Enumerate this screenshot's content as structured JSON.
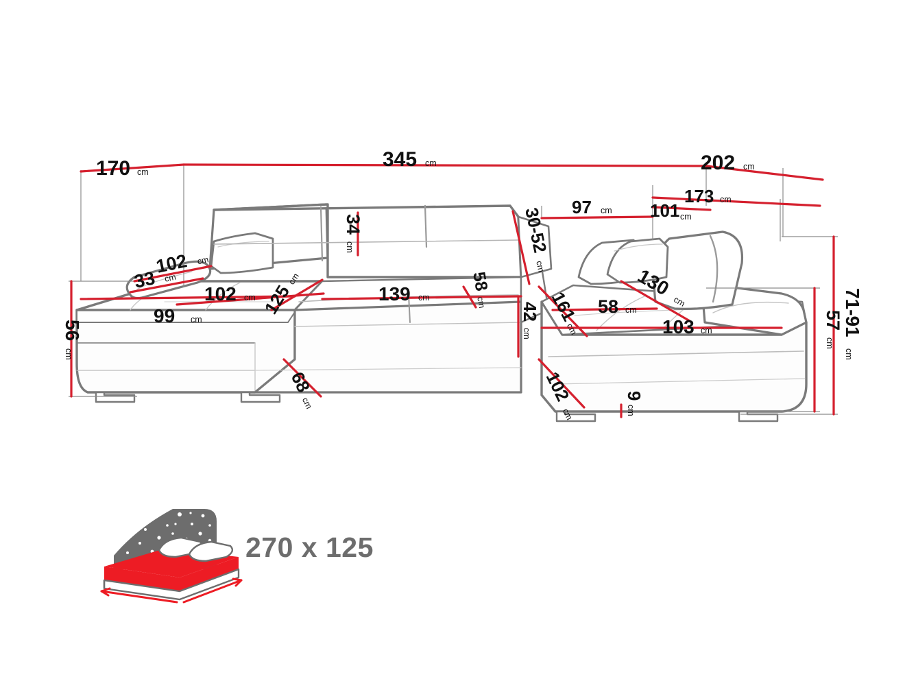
{
  "diagram": {
    "title": "Corner sofa bed dimension drawing",
    "colors": {
      "dimension_red": "#D5202E",
      "outline_gray": "#7a7a7a",
      "guide_gray": "#8c8c8c",
      "text_black": "#111111",
      "icon_gray": "#6d6d6d",
      "mattress_red": "#ED1C24"
    },
    "unit": "cm"
  },
  "dimensions": {
    "overall_depth_left": {
      "value": "170",
      "unit": "cm"
    },
    "overall_width_main": {
      "value": "345",
      "unit": "cm"
    },
    "overall_width_right": {
      "value": "202",
      "unit": "cm"
    },
    "backrest_cushion_height": {
      "value": "34",
      "unit": "cm"
    },
    "armrest_depth_diagonal": {
      "value": "102",
      "unit": "cm"
    },
    "armrest_height": {
      "value": "33",
      "unit": "cm"
    },
    "chaise_seat_length": {
      "value": "102",
      "unit": "cm"
    },
    "chaise_base_length": {
      "value": "99",
      "unit": "cm"
    },
    "chaise_seat_depth": {
      "value": "125",
      "unit": "cm"
    },
    "main_seat_width": {
      "value": "139",
      "unit": "cm"
    },
    "seat_depth_mid": {
      "value": "58",
      "unit": "cm"
    },
    "backrest_thickness": {
      "value": "30-52",
      "unit": "cm"
    },
    "corner_seat_height": {
      "value": "42",
      "unit": "cm"
    },
    "chaise_base_depth": {
      "value": "68",
      "unit": "cm"
    },
    "left_total_height": {
      "value": "56",
      "unit": "cm"
    },
    "right_seat_width_top": {
      "value": "97",
      "unit": "cm"
    },
    "right_backrest_span": {
      "value": "101",
      "unit": "cm"
    },
    "right_top_width": {
      "value": "173",
      "unit": "cm"
    },
    "right_seat_diagonal": {
      "value": "130",
      "unit": "cm"
    },
    "right_seat_depth": {
      "value": "58",
      "unit": "cm"
    },
    "right_seat_length": {
      "value": "103",
      "unit": "cm"
    },
    "right_module_diagonal": {
      "value": "161",
      "unit": "cm"
    },
    "right_base_depth": {
      "value": "102",
      "unit": "cm"
    },
    "leg_height": {
      "value": "9",
      "unit": "cm"
    },
    "total_height_range": {
      "value": "71-91",
      "unit": "cm"
    },
    "seat_back_height_right": {
      "value": "57",
      "unit": "cm"
    }
  },
  "bed_icon": {
    "label": "270 x 125",
    "icon_name": "sleeping-function-bed-icon",
    "description": "starry-night-bed"
  }
}
